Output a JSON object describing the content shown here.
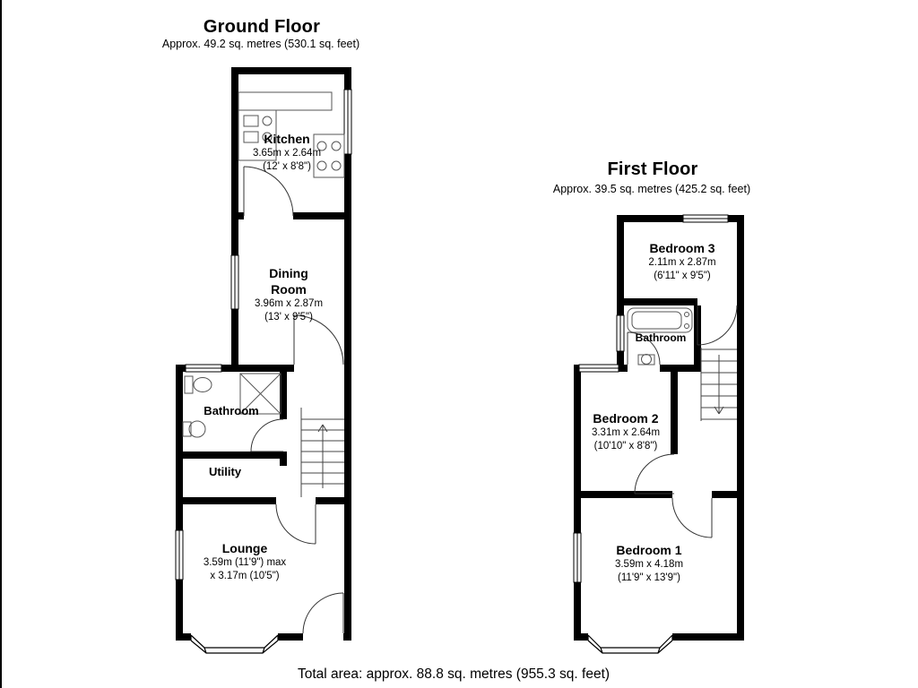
{
  "ground_floor": {
    "title": "Ground Floor",
    "subtitle": "Approx. 49.2 sq. metres (530.1 sq. feet)",
    "kitchen": {
      "name": "Kitchen",
      "metric": "3.65m x 2.64m",
      "imperial": "(12' x 8'8\")"
    },
    "dining": {
      "name_line1": "Dining",
      "name_line2": "Room",
      "metric": "3.96m x 2.87m",
      "imperial": "(13' x 9'5\")"
    },
    "bathroom": {
      "name": "Bathroom"
    },
    "utility": {
      "name": "Utility"
    },
    "lounge": {
      "name": "Lounge",
      "metric": "3.59m (11'9\") max",
      "imperial": "x 3.17m (10'5\")"
    }
  },
  "first_floor": {
    "title": "First Floor",
    "subtitle": "Approx. 39.5 sq. metres (425.2 sq. feet)",
    "bedroom3": {
      "name": "Bedroom 3",
      "metric": "2.11m x 2.87m",
      "imperial": "(6'11\" x 9'5\")"
    },
    "bathroom": {
      "name": "Bathroom"
    },
    "bedroom2": {
      "name": "Bedroom 2",
      "metric": "3.31m x 2.64m",
      "imperial": "(10'10\" x 8'8\")"
    },
    "bedroom1": {
      "name": "Bedroom 1",
      "metric": "3.59m x 4.18m",
      "imperial": "(11'9\" x 13'9\")"
    }
  },
  "footer": {
    "total_area": "Total area: approx. 88.8 sq. metres (955.3 sq. feet)"
  }
}
